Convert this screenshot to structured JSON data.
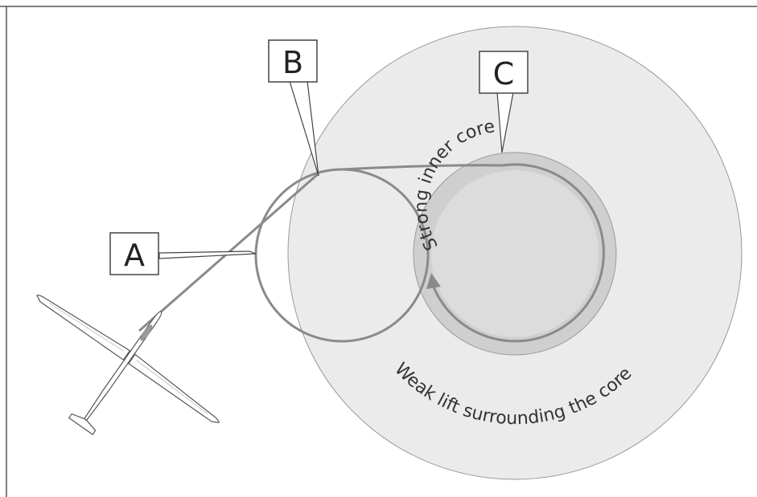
{
  "callouts": {
    "a": "A",
    "b": "B",
    "c": "C"
  },
  "core_label": "Strong inner core",
  "outer_label": "Weak lift surrounding the core",
  "colors": {
    "outer_fill": "#ebebeb",
    "core_ring": "#cfcfcf",
    "core_fill": "#dcdcdc",
    "path": "#8a8a8a",
    "frame": "#555555"
  }
}
